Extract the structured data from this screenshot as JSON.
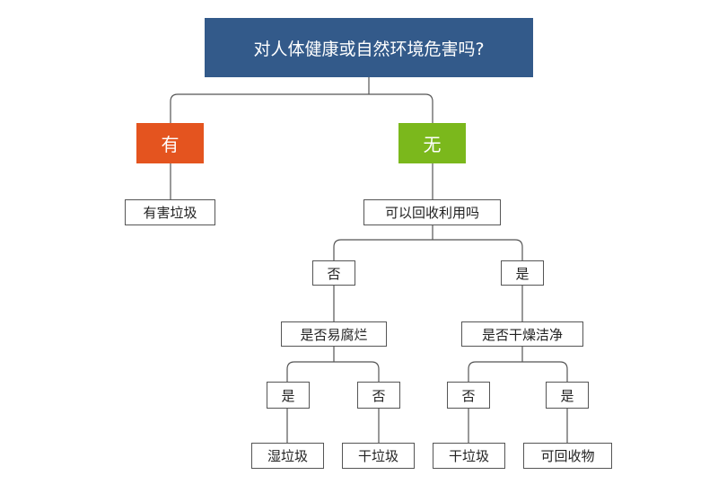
{
  "diagram": {
    "root": "对人体健康或自然环境危害吗?",
    "harmful": "有",
    "not_harmful": "无",
    "hazardous_waste": "有害垃圾",
    "recyclable_q": "可以回收利用吗",
    "recyclable_no": "否",
    "recyclable_yes": "是",
    "perishable_q": "是否易腐烂",
    "clean_q": "是否干燥洁净",
    "perishable_yes": "是",
    "perishable_no": "否",
    "clean_no": "否",
    "clean_yes": "是",
    "wet_waste": "湿垃圾",
    "dry_waste_1": "干垃圾",
    "dry_waste_2": "干垃圾",
    "recyclables": "可回收物"
  },
  "colors": {
    "root": "#335a8a",
    "harmful": "#e4541f",
    "not_harmful": "#7bb81c",
    "connector": "#555555"
  }
}
